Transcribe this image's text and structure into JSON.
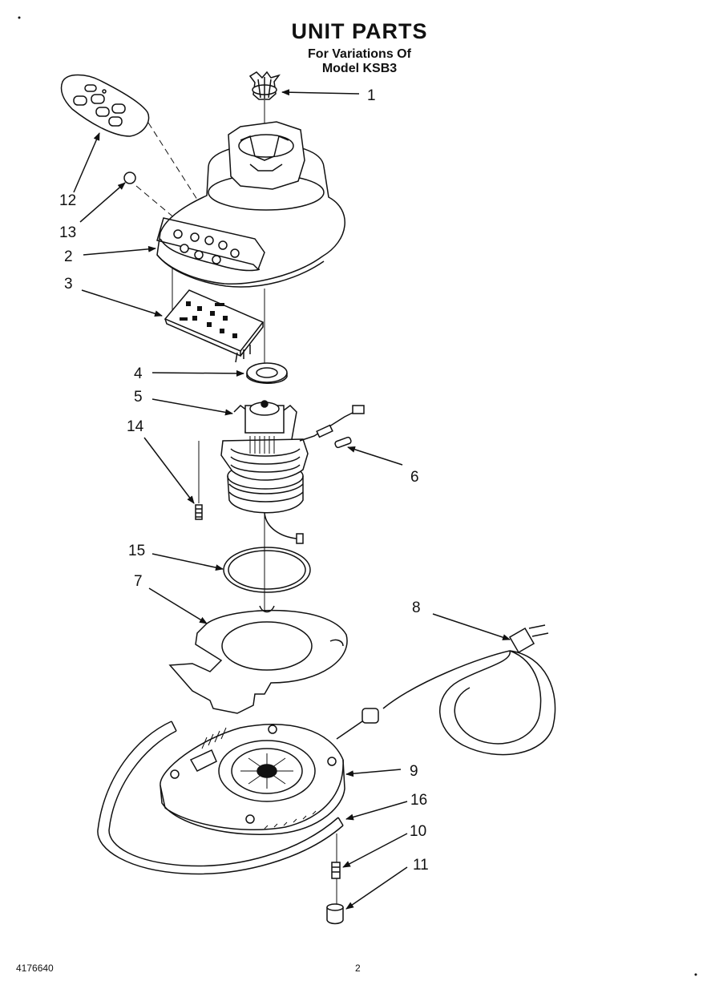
{
  "header": {
    "title": "UNIT PARTS",
    "subtitle_line1": "For Variations Of",
    "subtitle_line2": "Model KSB3"
  },
  "footer": {
    "document_number": "4176640",
    "page_number": "2"
  },
  "callouts": {
    "c1": "1",
    "c2": "2",
    "c3": "3",
    "c4": "4",
    "c5": "5",
    "c6": "6",
    "c7": "7",
    "c8": "8",
    "c9": "9",
    "c10": "10",
    "c11": "11",
    "c12": "12",
    "c13": "13",
    "c14": "14",
    "c15": "15",
    "c16": "16"
  }
}
